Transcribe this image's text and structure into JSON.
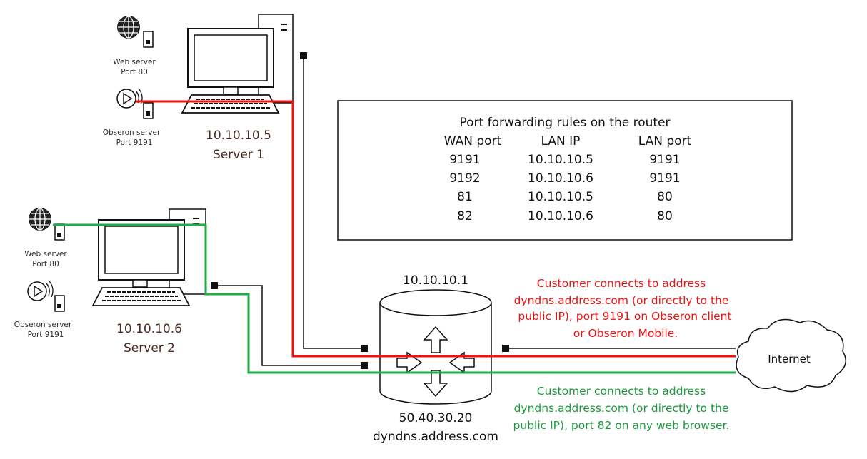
{
  "server1": {
    "web_label": "Web server",
    "web_port": "Port 80",
    "obs_label": "Obseron server",
    "obs_port": "Port 9191",
    "ip": "10.10.10.5",
    "name": "Server 1"
  },
  "server2": {
    "web_label": "Web server",
    "web_port": "Port 80",
    "obs_label": "Obseron server",
    "obs_port": "Port 9191",
    "ip": "10.10.10.6",
    "name": "Server 2"
  },
  "rules": {
    "title": "Port forwarding rules on the router",
    "headers": [
      "WAN port",
      "LAN IP",
      "LAN port"
    ],
    "rows": [
      [
        "9191",
        "10.10.10.5",
        "9191"
      ],
      [
        "9192",
        "10.10.10.6",
        "9191"
      ],
      [
        "81",
        "10.10.10.5",
        "80"
      ],
      [
        "82",
        "10.10.10.6",
        "80"
      ]
    ]
  },
  "router": {
    "lan_ip": "10.10.10.1",
    "wan_ip": "50.40.30.20",
    "hostname": "dyndns.address.com"
  },
  "internet_label": "Internet",
  "note_red": [
    "Customer connects to address",
    "dyndns.address.com (or directly to the",
    "public IP), port 9191 on Obseron client",
    "or Obseron Mobile."
  ],
  "note_green": [
    "Customer connects to address",
    "dyndns.address.com (or directly to the",
    "public IP), port 82 on any web browser."
  ],
  "colors": {
    "red_path": "#ee1111",
    "green_path": "#22aa44",
    "note_red": "#ee1111",
    "note_green": "#1a9a3c",
    "device_label": "#4a2a24"
  },
  "icons": [
    "globe-icon",
    "play-icon",
    "phone-icon",
    "computer-icon",
    "router-icon",
    "cloud-icon"
  ]
}
